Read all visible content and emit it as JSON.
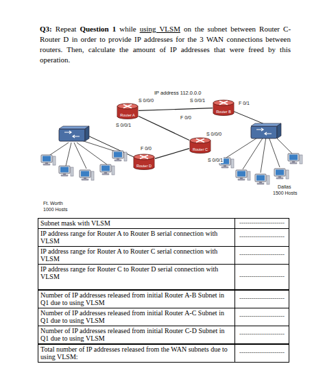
{
  "diagram": {
    "nodes": [
      {
        "text": [
          "Router A"
        ]
      },
      {
        "text": [
          "Router B"
        ]
      },
      {
        "text": [
          "Router C"
        ]
      },
      {
        "text": [
          "Router D"
        ]
      }
    ],
    "edges": [
      {
        "from": 0,
        "to": 1,
        "arrow": "none"
      },
      {
        "from": 0,
        "to": 2,
        "arrow": "none"
      },
      {
        "from": 2,
        "to": 3,
        "arrow": "none"
      }
    ],
    "labels": [
      "Q3:",
      "Repeat",
      "Question 1",
      "while",
      "using VLSM",
      "on the subnet between Router C-Router D in order to provide IP addresses for the 3 WAN connections between routers. Then, calculate the amount of IP addresses that were freed by this operation.",
      "IP address 112.0.0.0",
      "S 0/0/0",
      "S 0/0/1",
      "F 0/0",
      "F 0/1",
      "S 0/0/1",
      "S 0/0/0",
      "S 0/0/1",
      "F 0/0",
      "Ft. Worth",
      "1000 Hosts",
      "Dallas",
      "1500 Hosts",
      "Subnet mask with VLSM",
      "----------------------",
      "IP address range for Router A to Router B serial connection with VLSM",
      "----------------------",
      "IP address range for Router A to Router C serial connection with VLSM",
      "----------------------",
      "IP address range for Router C to Router D serial connection with VLSM",
      "----------------------",
      "Number of IP addresses released from initial Router A-B Subnet in Q1 due to using VLSM",
      "----------------------",
      "Number of IP addresses released from initial Router A-C Subnet in Q1 due to using VLSM",
      "----------------------",
      "Number of IP addresses released from initial Router C-D Subnet in Q1 due to using VLSM",
      "----------------------",
      "Total number of IP addresses released from the WAN subnets due to using VLSM:",
      "----------------------"
    ]
  }
}
